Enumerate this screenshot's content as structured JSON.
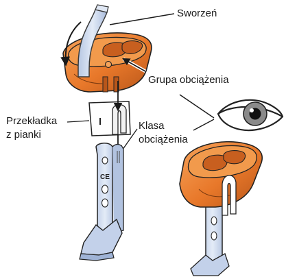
{
  "labels": {
    "sworzen": "Sworzeń",
    "grupa": "Grupa obciążenia",
    "klasa_line1": "Klasa",
    "klasa_line2": "obciążenia",
    "przekladka_line1": "Przekładka",
    "przekladka_line2": "z pianki"
  },
  "stamp": {
    "ce_mark": "CE"
  },
  "icons": [
    "pin-icon",
    "eye-icon",
    "rotation-arrow-icon",
    "insertion-arrow-icon"
  ],
  "colors": {
    "orange": "#e8782a",
    "orange_dark": "#b8561a",
    "orange_light": "#f4a25c",
    "pin_blue": "#c9d6ec",
    "pin_stroke": "#4a4a4a",
    "foam": "#ffffff",
    "outline": "#222222"
  }
}
